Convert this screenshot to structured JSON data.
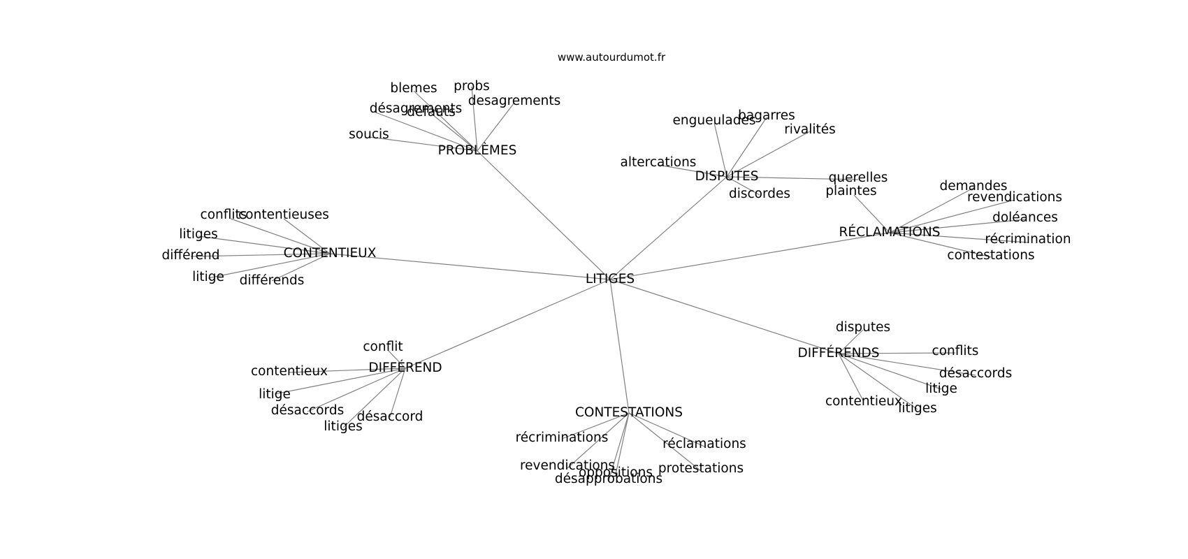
{
  "source": "www.autourdumot.fr",
  "root": "LITIGES",
  "clusters": [
    {
      "label": "PROBLÈMES",
      "terms": [
        "blemes",
        "probs",
        "desagrements",
        "désagrements",
        "défauts",
        "soucis"
      ]
    },
    {
      "label": "DISPUTES",
      "terms": [
        "engueulades",
        "bagarres",
        "rivalités",
        "altercations",
        "querelles",
        "discordes"
      ]
    },
    {
      "label": "CONTENTIEUX",
      "terms": [
        "conflits",
        "contentieuses",
        "litiges",
        "différend",
        "litige",
        "différends"
      ]
    },
    {
      "label": "RÉCLAMATIONS",
      "terms": [
        "plaintes",
        "demandes",
        "revendications",
        "doléances",
        "récrimination",
        "contestations"
      ]
    },
    {
      "label": "DIFFÉREND",
      "terms": [
        "conflit",
        "contentieux",
        "litige",
        "désaccords",
        "litiges",
        "désaccord"
      ]
    },
    {
      "label": "DIFFÉRENDS",
      "terms": [
        "disputes",
        "conflits",
        "désaccords",
        "litige",
        "contentieux",
        "litiges"
      ]
    },
    {
      "label": "CONTESTATIONS",
      "terms": [
        "récriminations",
        "réclamations",
        "revendications",
        "oppositions",
        "protestations",
        "désapprobations"
      ]
    }
  ]
}
